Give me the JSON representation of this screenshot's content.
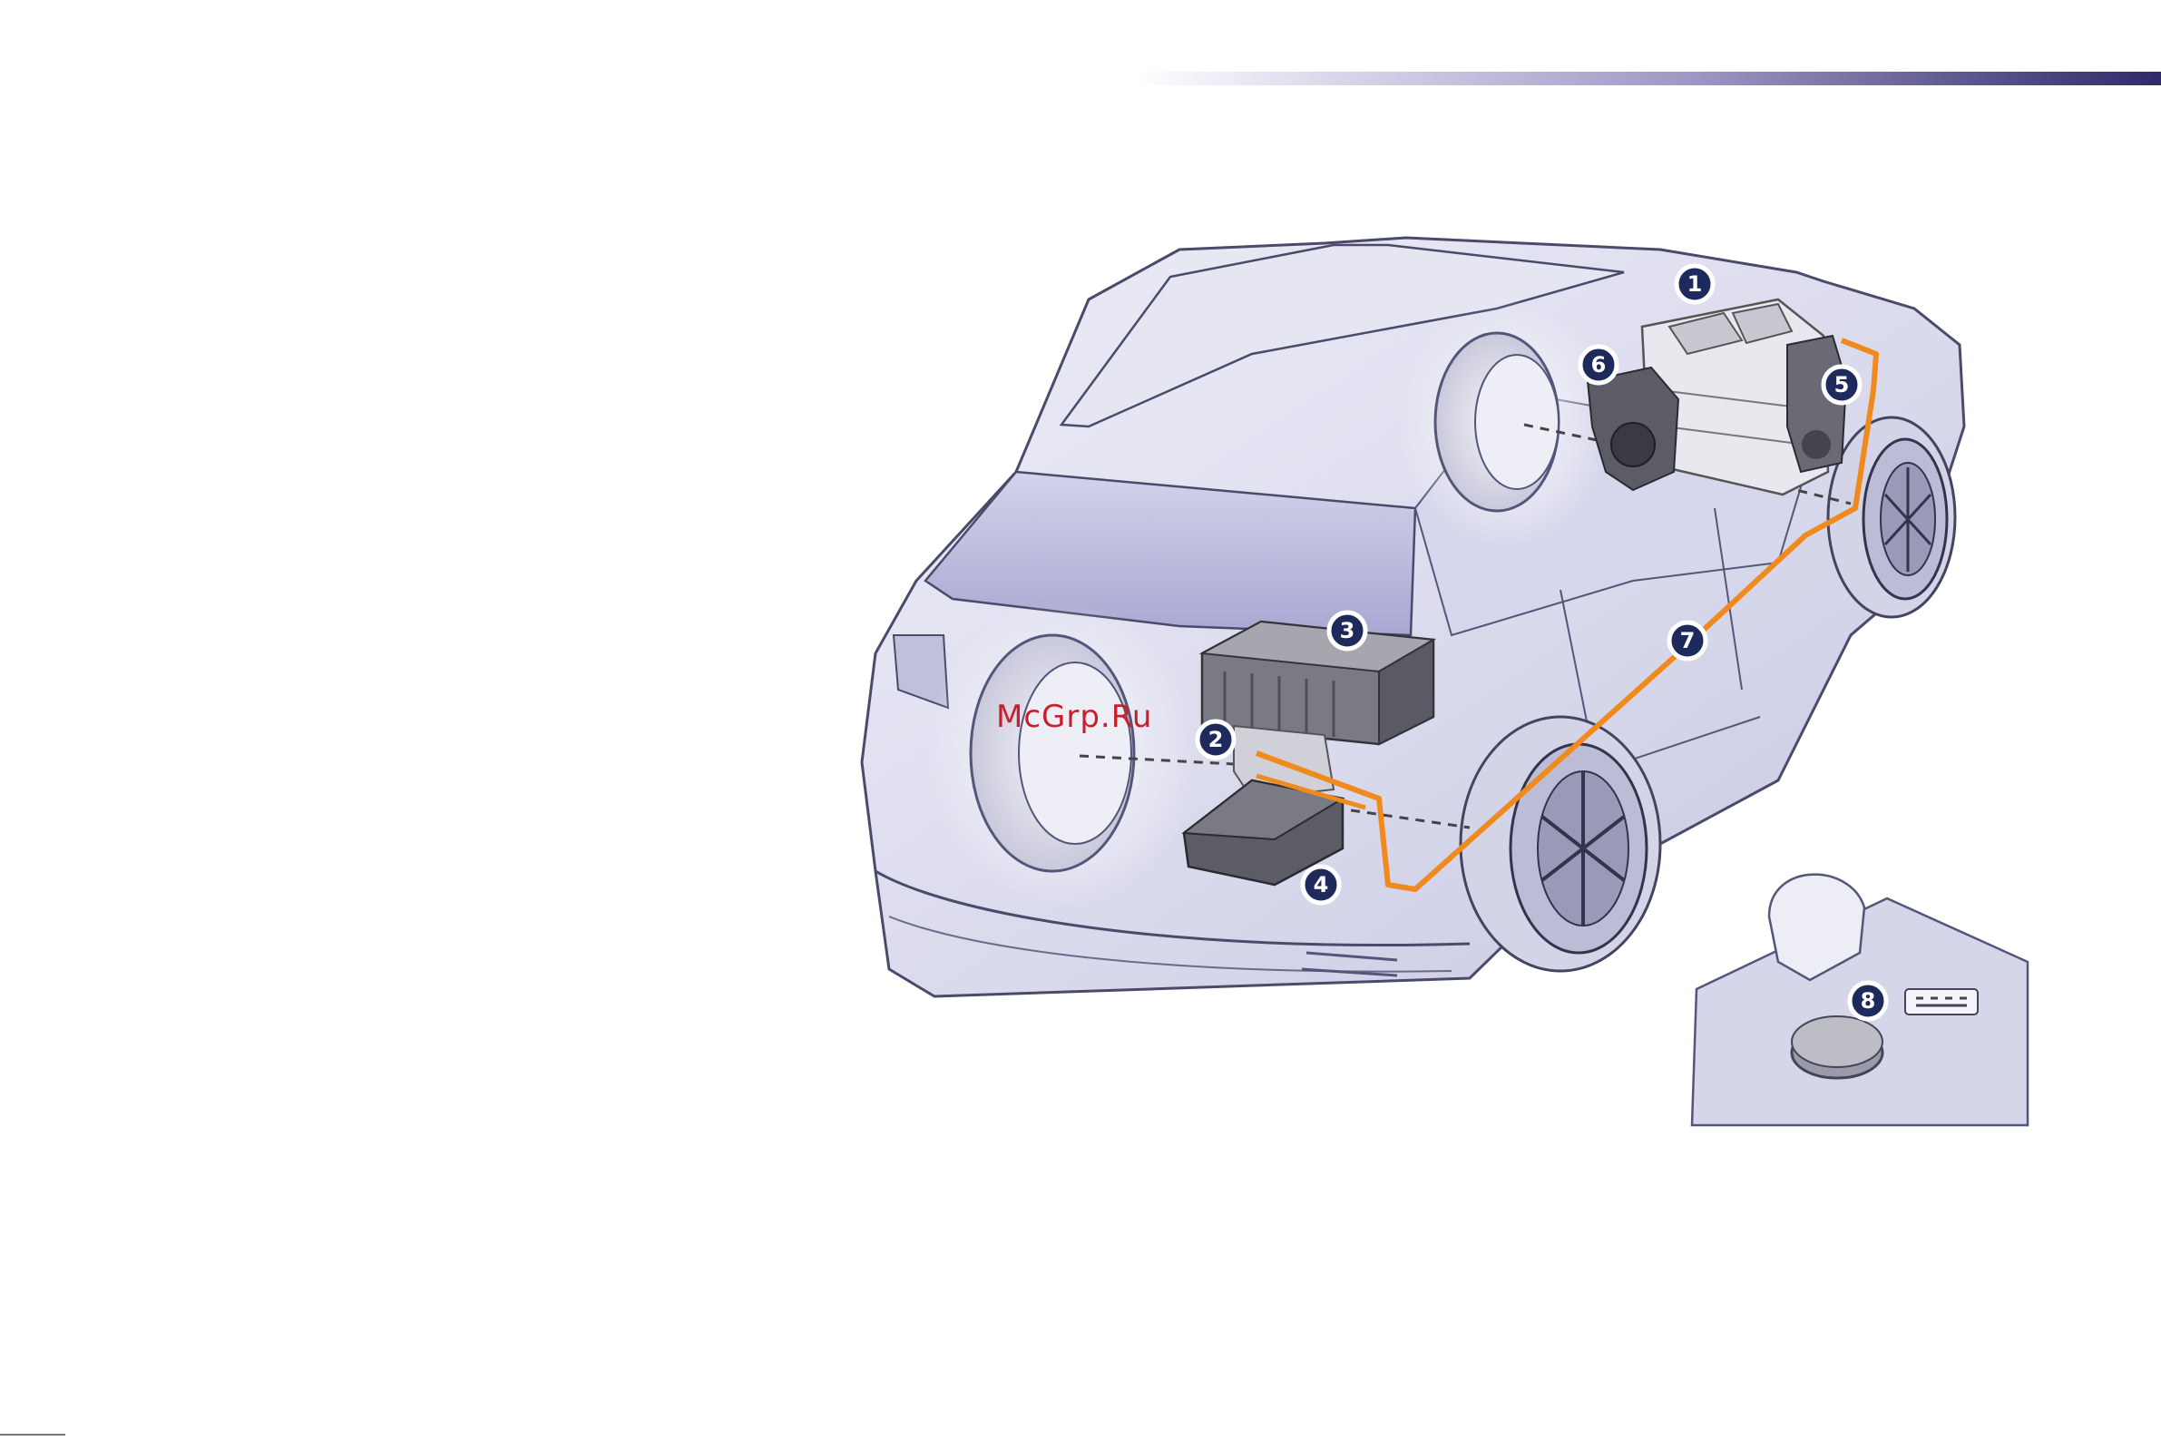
{
  "header": {
    "rule_color": "#2f2a6b"
  },
  "figure": {
    "callouts": [
      {
        "number": "1",
        "icon": "engine"
      },
      {
        "number": "2",
        "icon": "rear-electric-motor"
      },
      {
        "number": "3",
        "icon": "traction-battery"
      },
      {
        "number": "4",
        "icon": "power-electronics-module"
      },
      {
        "number": "5",
        "icon": "starter-alternator"
      },
      {
        "number": "6",
        "icon": "gearbox"
      },
      {
        "number": "7",
        "icon": "high-voltage-cable"
      },
      {
        "number": "8",
        "icon": "drive-mode-selector"
      }
    ],
    "cable_color": "#f08a1c",
    "callout_color": "#1f2a5c"
  },
  "watermark": "McGrp.Ru"
}
